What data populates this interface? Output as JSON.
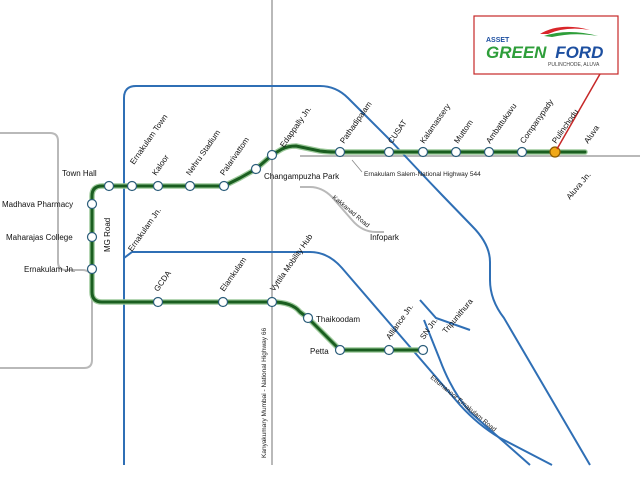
{
  "colors": {
    "metro_line": "#1a5e20",
    "metro_line_outline": "#9cc99a",
    "station_fill": "#ffffff",
    "station_stroke": "#2b5d7a",
    "highlight_station": "#f0a818",
    "road_grey": "#b9b9b9",
    "road_blue": "#2f6fb5",
    "callout_red": "#c62828",
    "logo_blue": "#1d4fa0",
    "logo_green": "#2e9e3a",
    "logo_red": "#d9262a"
  },
  "logo": {
    "asset": "ASSET",
    "green": "GREEN",
    "ford": "FORD",
    "location": "PULINCHODE, ALUVA"
  },
  "stations": {
    "town_hall": "Town Hall",
    "madhava_pharmacy": "Madhava Pharmacy",
    "maharajas_college": "Maharajas College",
    "ernakulam_jn": "Ernakulam Jn.",
    "ernakulam_town": "Ernakulam Town",
    "kaloor": "Kaloor",
    "nehru_stadium": "Nehru Stadium",
    "palarivattom": "Palarivattom",
    "changampuzha_park": "Changampuzha Park",
    "edappally_jn": "Edappally Jn.",
    "pathadipalam": "Pathadipalam",
    "cusat": "CUSAT",
    "kalamassery": "Kalamassery",
    "muttom": "Muttom",
    "ambattukavu": "Ambattukavu",
    "companypady": "Companypady",
    "pulinchodu": "Pulinchodu",
    "gcda": "GCDA",
    "elamkulam": "Elamkulam",
    "vyttila_mobility_hub": "Vyttila Mobility Hub",
    "thaikoodam": "Thaikoodam",
    "petta": "Petta",
    "alliance_jn": "Alliance Jn.",
    "sn_jn": "SN Jn."
  },
  "places": {
    "aluva": "Aluva",
    "aluva_jn": "Aluva Jn.",
    "infopark": "Infopark",
    "thripunithura": "Tripunithura",
    "ernakulam_jn_road": "Ernakulam Jn."
  },
  "roads": {
    "mg_road": "MG Road",
    "kakkanad_road": "Kakkanad Road",
    "nh544": "Ernakulam Salem-National Highway 544",
    "nh66": "Kanyakumary Mumbai - National Highway 66",
    "ettumanoor_road": "Ettumanoor Ernakulam Road"
  }
}
